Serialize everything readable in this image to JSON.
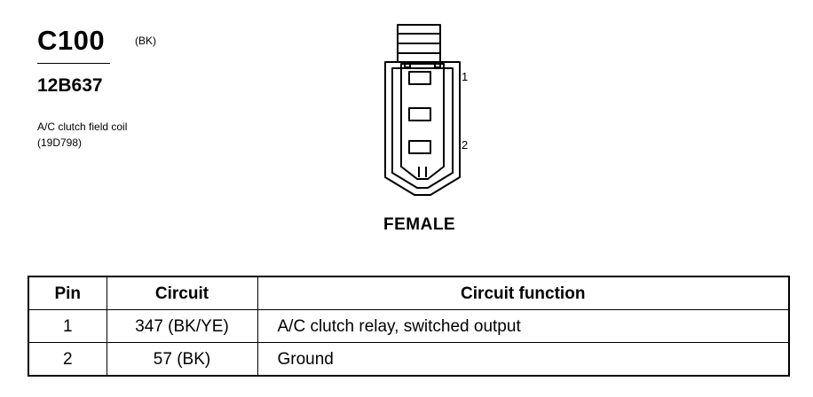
{
  "connector": {
    "id": "C100",
    "color": "(BK)",
    "part_number": "12B637",
    "description": "A/C clutch field coil",
    "description_ref": "(19D798)",
    "pin_label_top": "1",
    "pin_label_bottom": "2",
    "gender": "FEMALE"
  },
  "pin_table": {
    "headers": [
      "Pin",
      "Circuit",
      "Circuit function"
    ],
    "rows": [
      [
        "1",
        "347 (BK/YE)",
        "A/C clutch relay, switched output"
      ],
      [
        "2",
        "57 (BK)",
        "Ground"
      ]
    ]
  }
}
